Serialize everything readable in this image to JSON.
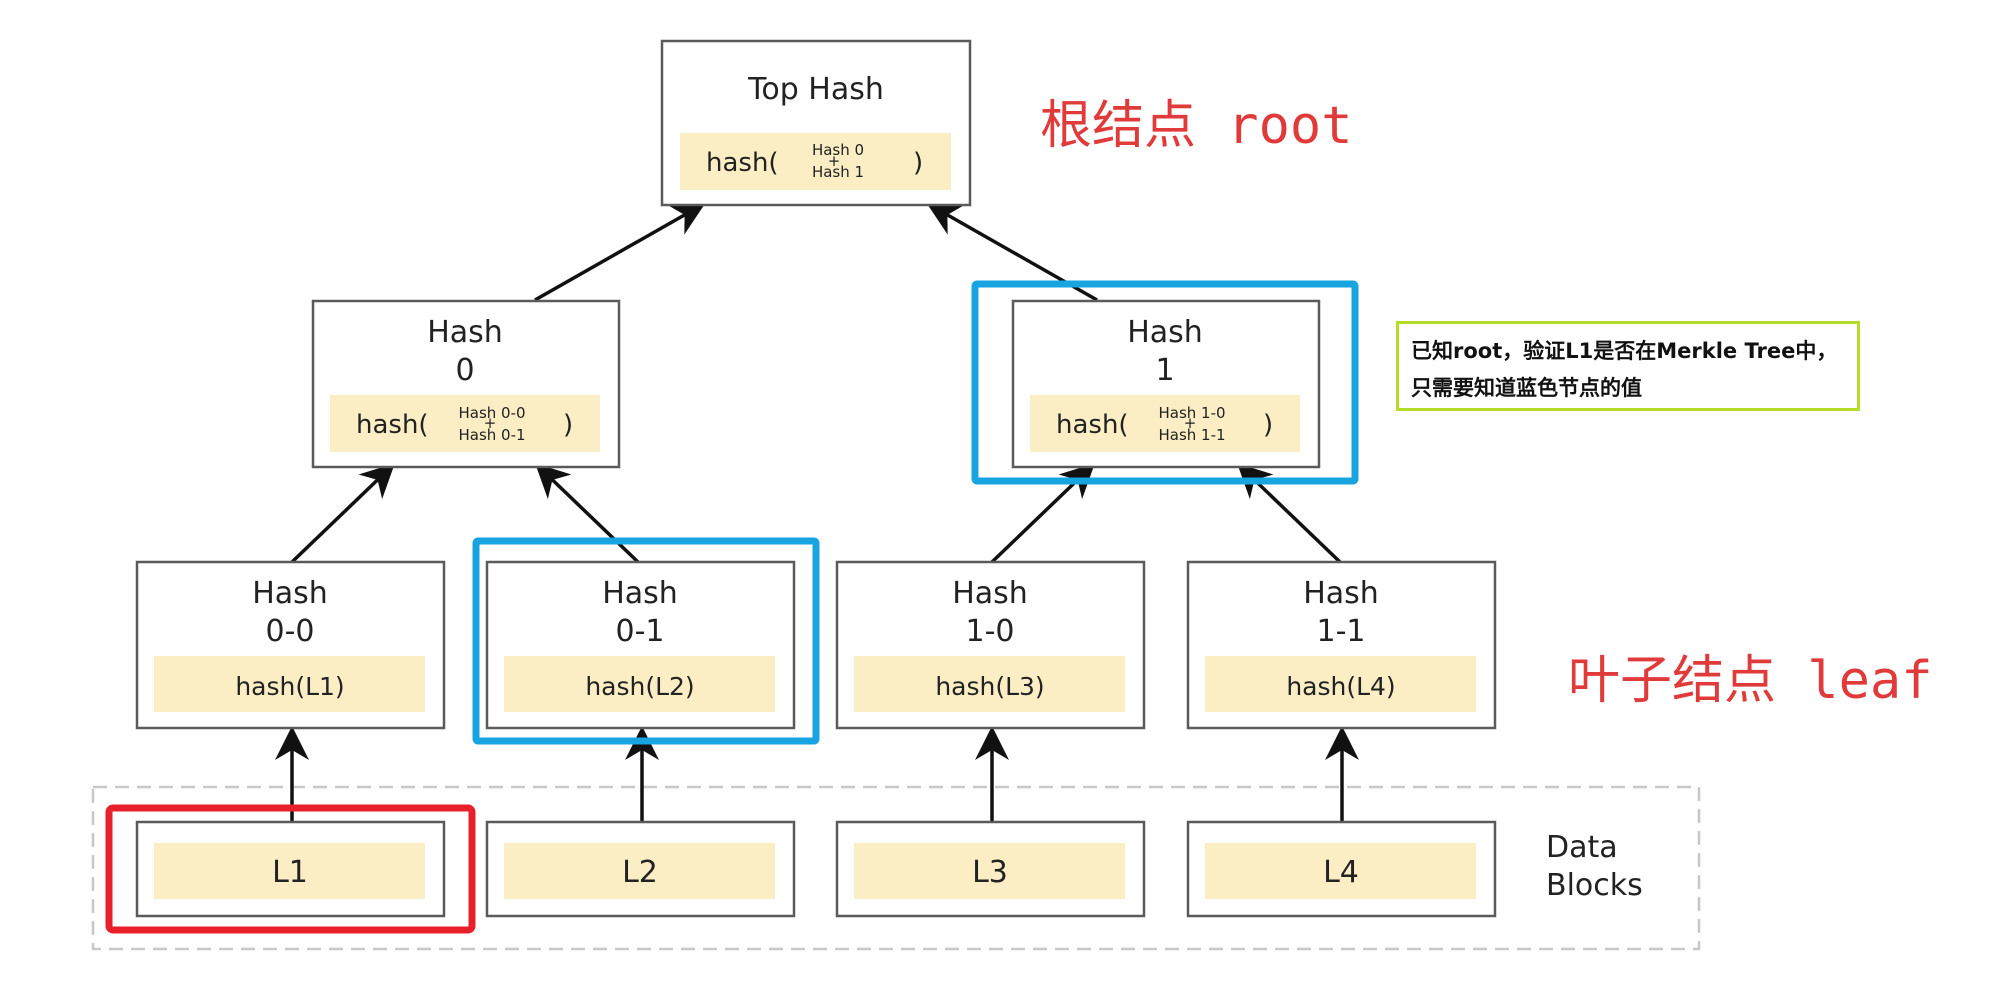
{
  "top_node": {
    "title": "Top Hash",
    "fn": "hash(",
    "arg_a": "Hash 0",
    "plus": "+",
    "arg_b": "Hash 1",
    "close": ")"
  },
  "mid_nodes": [
    {
      "title_line1": "Hash",
      "title_line2": "0",
      "fn": "hash(",
      "arg_a": "Hash 0-0",
      "plus": "+",
      "arg_b": "Hash 0-1",
      "close": ")"
    },
    {
      "title_line1": "Hash",
      "title_line2": "1",
      "fn": "hash(",
      "arg_a": "Hash 1-0",
      "plus": "+",
      "arg_b": "Hash 1-1",
      "close": ")"
    }
  ],
  "leaf_nodes": [
    {
      "title_line1": "Hash",
      "title_line2": "0-0",
      "fn": "hash(L1)"
    },
    {
      "title_line1": "Hash",
      "title_line2": "0-1",
      "fn": "hash(L2)"
    },
    {
      "title_line1": "Hash",
      "title_line2": "1-0",
      "fn": "hash(L3)"
    },
    {
      "title_line1": "Hash",
      "title_line2": "1-1",
      "fn": "hash(L4)"
    }
  ],
  "data_blocks": {
    "items": [
      "L1",
      "L2",
      "L3",
      "L4"
    ],
    "label_line1": "Data",
    "label_line2": "Blocks"
  },
  "root_label": "根结点 root",
  "leaf_label": "叶子结点 leaf",
  "note": {
    "line1": "已知root，验证L1是否在Merkle Tree中，",
    "line2": "只需要知道蓝色节点的值"
  },
  "colors": {
    "node_fill": "#fbeec4",
    "node_border": "#5a5a5a",
    "highlight_blue": "#18a4e0",
    "highlight_red": "#e8202a",
    "note_border": "#b4dc28",
    "label_red": "#e03a3a"
  }
}
